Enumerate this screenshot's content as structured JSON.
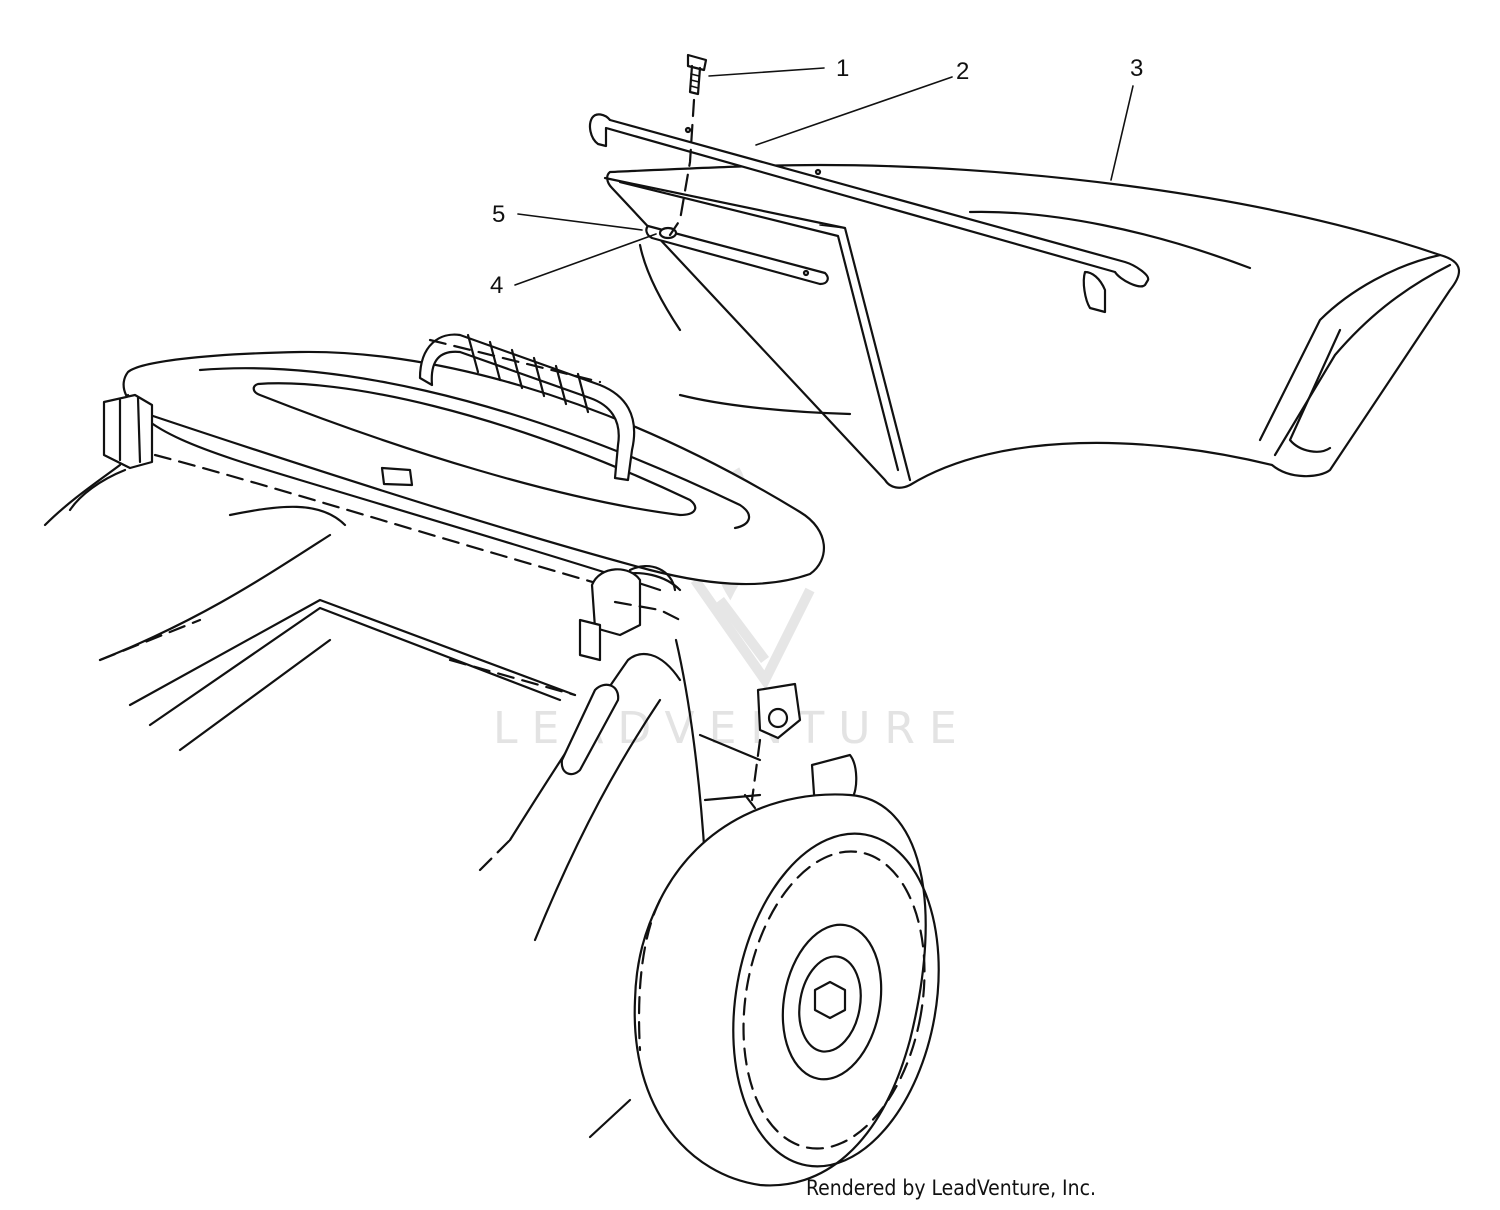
{
  "callouts": [
    {
      "id": "1",
      "label": "1"
    },
    {
      "id": "2",
      "label": "2"
    },
    {
      "id": "3",
      "label": "3"
    },
    {
      "id": "4",
      "label": "4"
    },
    {
      "id": "5",
      "label": "5"
    }
  ],
  "watermark": {
    "text": "LEADVENTURE",
    "icon": "leadventure-flame-logo-icon",
    "color": "#e3e3e3"
  },
  "credit": "Rendered by LeadVenture, Inc.",
  "colors": {
    "ink": "#111111",
    "background": "#ffffff"
  }
}
